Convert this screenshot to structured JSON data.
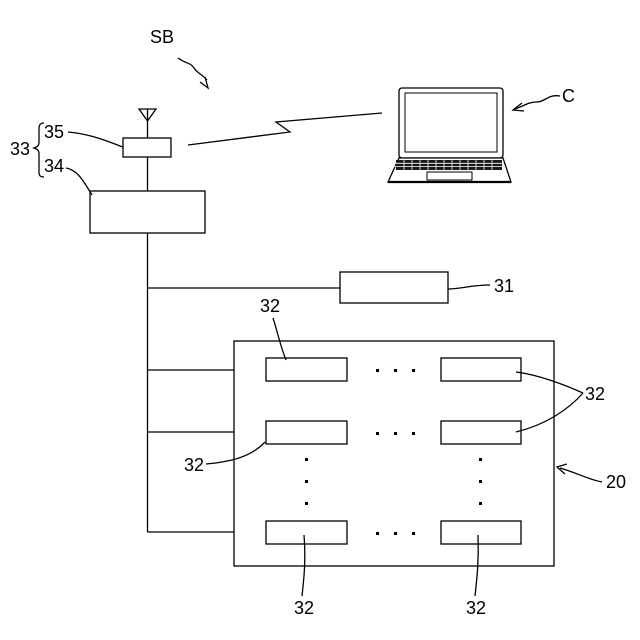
{
  "labels": {
    "system": "SB",
    "computer": "C",
    "unit_33": "33",
    "unit_35": "35",
    "unit_34": "34",
    "unit_31": "31",
    "unit_20": "20",
    "sensor": "32"
  },
  "dots": {
    "horizontal": "·  ·  ·",
    "vertical": "·"
  }
}
